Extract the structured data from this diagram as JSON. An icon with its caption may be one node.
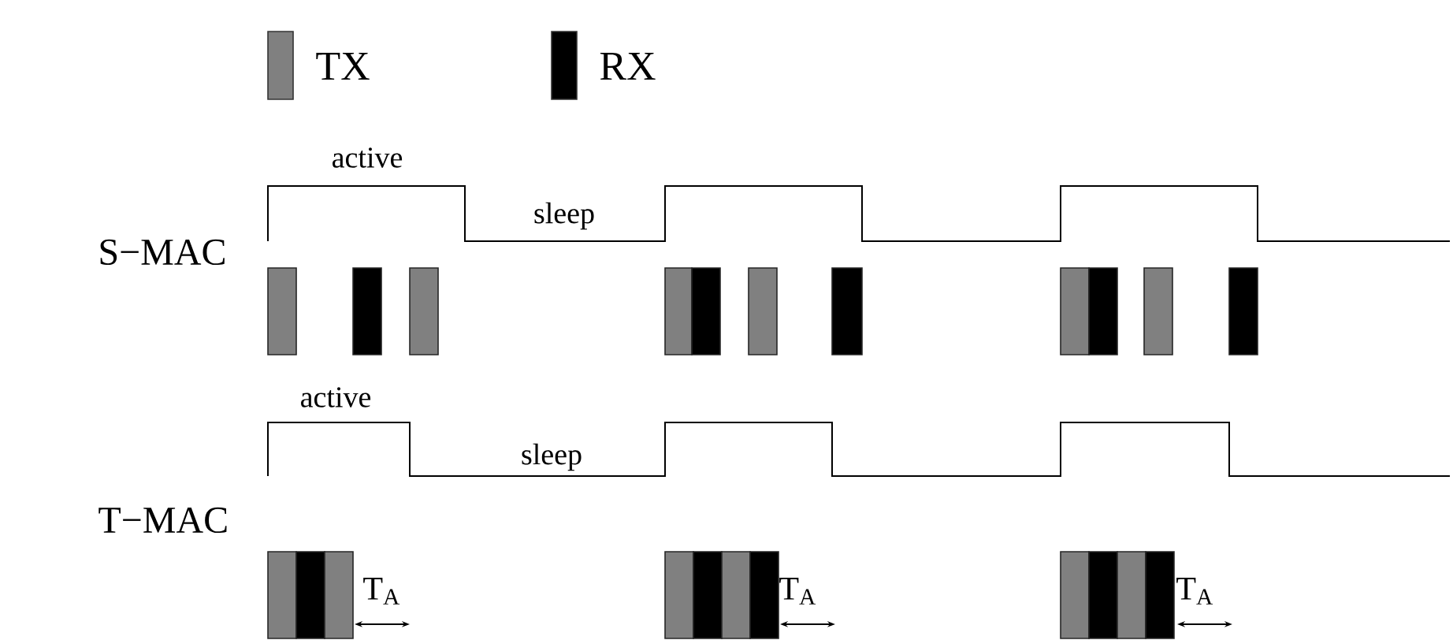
{
  "diagram": {
    "labels": [
      "active",
      "sleep",
      "S−MAC",
      "active",
      "sleep",
      "T−MAC",
      "T$_{A}$",
      "T$_{A}$",
      "T$_{A}$"
    ],
    "legend": [
      {
        "text": "TX",
        "color": "#808080"
      },
      {
        "text": "RX",
        "color": "#000000"
      }
    ]
  }
}
